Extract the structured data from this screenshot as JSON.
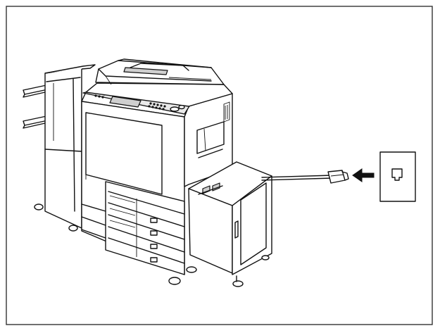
{
  "figure": {
    "kind": "installation-illustration",
    "subject": "multifunction-copier-with-fax-unit",
    "connection": "telephone-line-cable",
    "arrow_direction": "toward-copier",
    "icons": [
      "copier-icon",
      "fax-module-icon",
      "phone-cable-icon",
      "arrow-left-icon",
      "telephone-wall-jack-icon"
    ],
    "colors": {
      "line": "#111111",
      "background": "#ffffff",
      "frame": "#333333"
    }
  }
}
